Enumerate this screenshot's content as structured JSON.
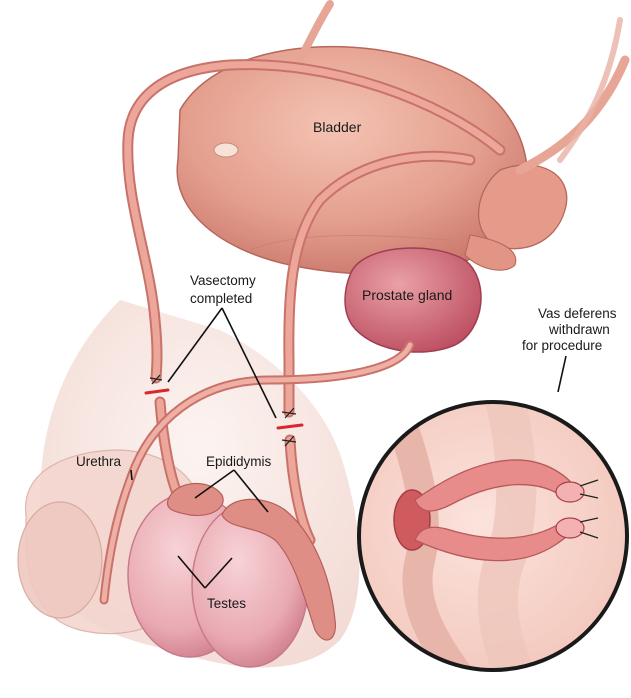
{
  "labels": {
    "bladder": "Bladder",
    "prostate": "Prostate gland",
    "vasectomy_line1": "Vasectomy",
    "vasectomy_line2": "completed",
    "urethra": "Urethra",
    "epididymis": "Epididymis",
    "testes": "Testes",
    "inset_line1": "Vas deferens",
    "inset_line2": "withdrawn",
    "inset_line3": "for procedure"
  },
  "colors": {
    "tissue": "#e9a898",
    "tissue_dark": "#c9736a",
    "tube": "#e3968c",
    "prostate": "#d06a7a",
    "skin": "#f6e2dc",
    "cut_mark": "#d8282c",
    "inset_ring": "#1a1a1a"
  }
}
